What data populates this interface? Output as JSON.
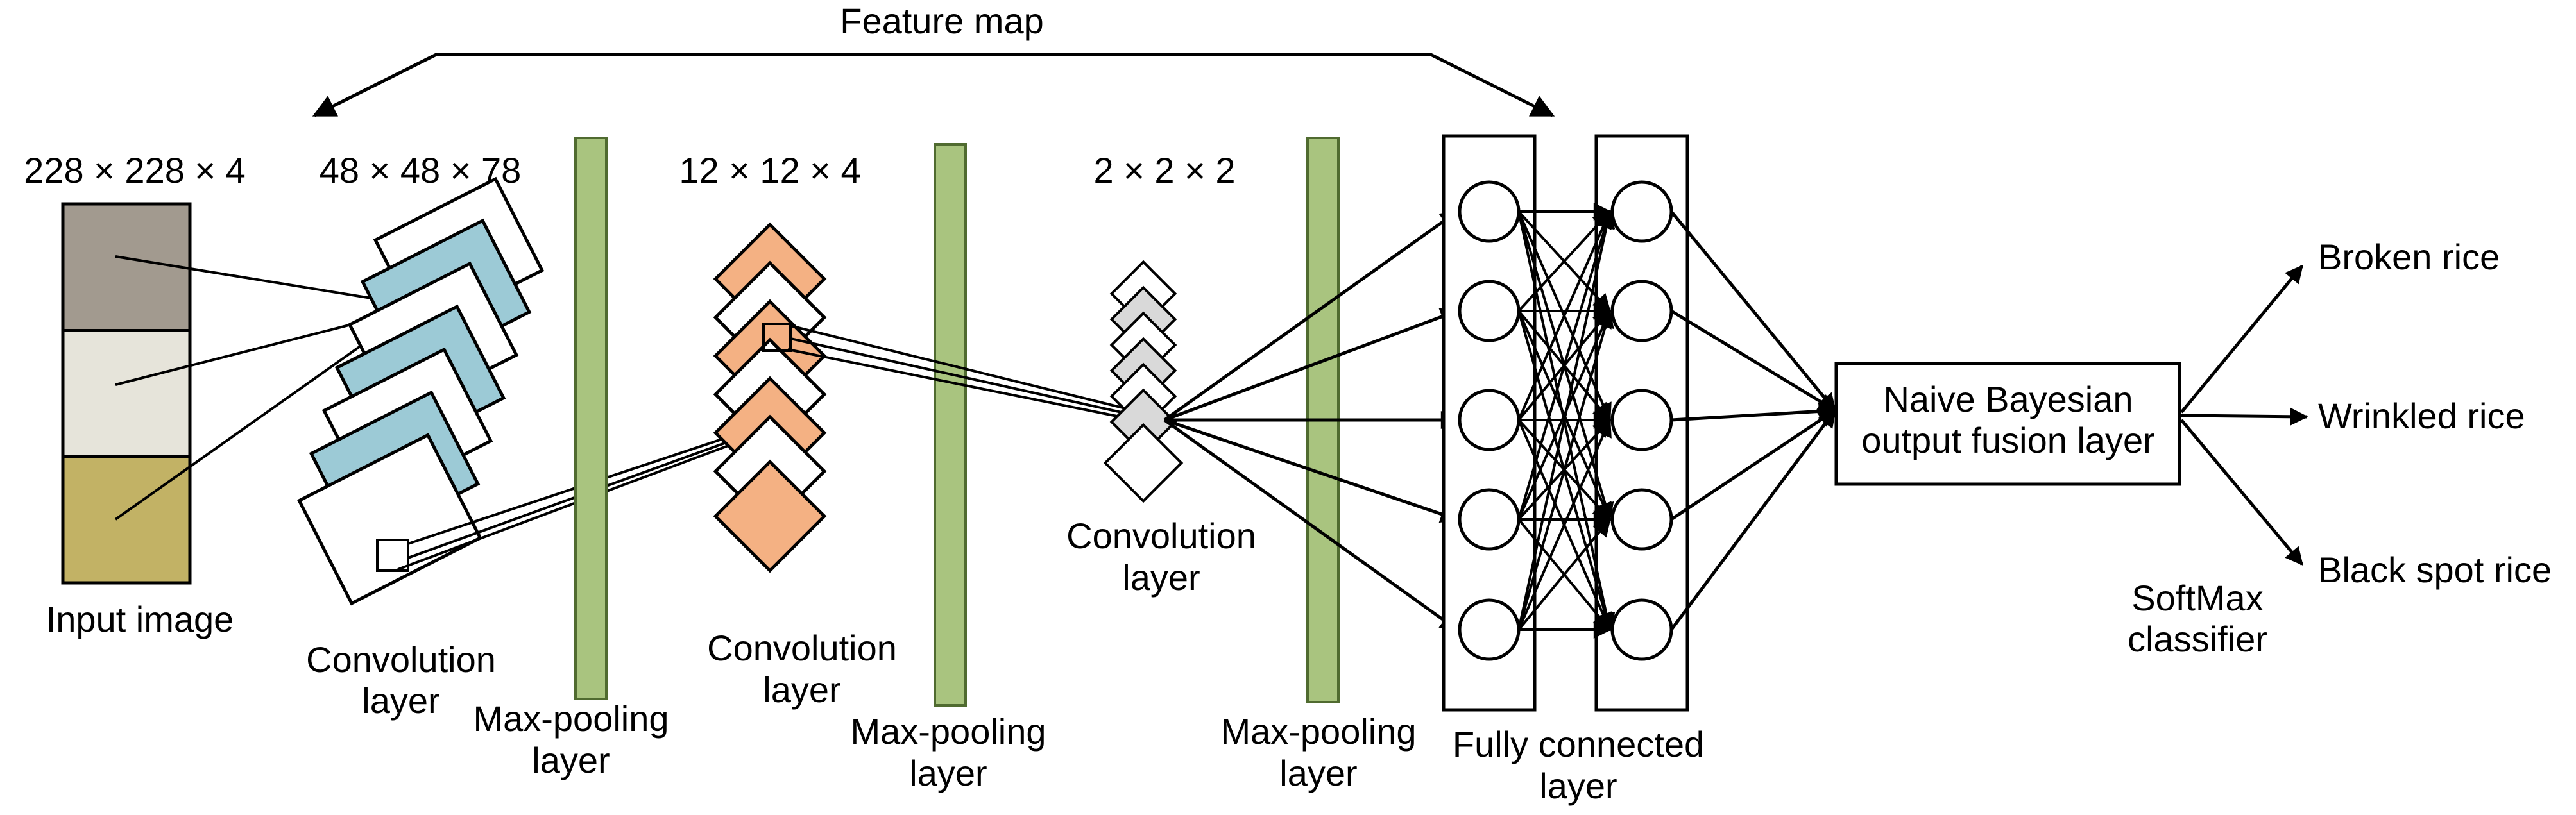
{
  "title": "Feature map",
  "input": {
    "dims": "228 × 228 × 4",
    "caption": "Input image",
    "swatches": [
      "#a29a8f",
      "#e6e4da",
      "#c2b265"
    ]
  },
  "stage1": {
    "dims": "48 × 48 × 78",
    "caption_line1": "Convolution",
    "caption_line2": "layer"
  },
  "stage2": {
    "dims": "12 × 12 × 4",
    "caption_line1": "Convolution",
    "caption_line2": "layer"
  },
  "stage3": {
    "dims": "2 × 2 × 2",
    "caption_line1": "Convolution",
    "caption_line2": "layer"
  },
  "pools": [
    {
      "line1": "Max-pooling",
      "line2": "layer"
    },
    {
      "line1": "Max-pooling",
      "line2": "layer"
    },
    {
      "line1": "Max-pooling",
      "line2": "layer"
    }
  ],
  "fc": {
    "caption_line1": "Fully connected",
    "caption_line2": "layer"
  },
  "fusion": {
    "line1": "Naive Bayesian",
    "line2": "output fusion layer"
  },
  "softmax": {
    "line1": "SoftMax",
    "line2": "classifier"
  },
  "outputs": [
    "Broken rice",
    "Wrinkled rice",
    "Black spot rice"
  ],
  "colors": {
    "blue": "#9ccad6",
    "orange": "#f4b183",
    "gray": "#d9d9d9",
    "green": "#a9c47f",
    "green_border": "#506b30"
  }
}
